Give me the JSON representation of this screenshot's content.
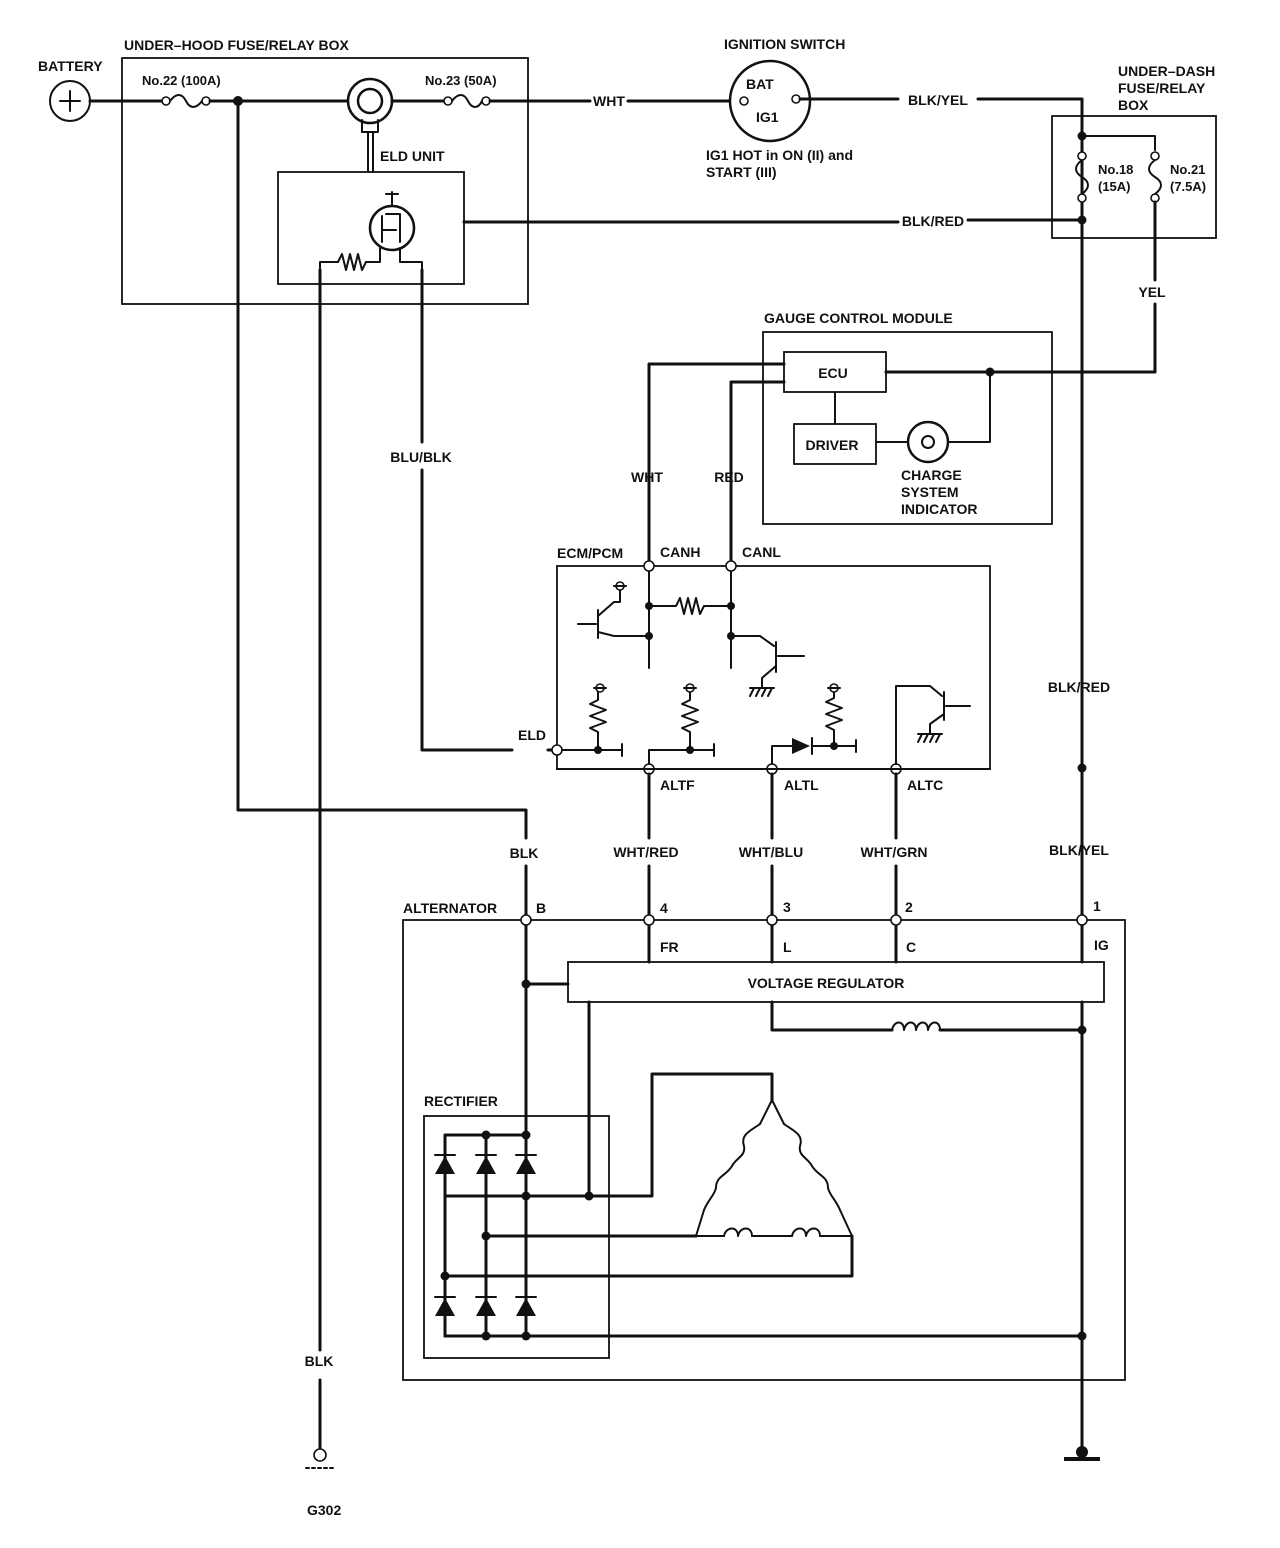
{
  "components": {
    "battery": "BATTERY",
    "under_hood_box": "UNDER–HOOD FUSE/RELAY BOX",
    "fuse_22": "No.22 (100A)",
    "fuse_23": "No.23 (50A)",
    "eld_unit": "ELD UNIT",
    "ignition_switch": "IGNITION SWITCH",
    "ign_bat": "BAT",
    "ign_ig1": "IG1",
    "ign_note_line1": "IG1 HOT in ON (II) and",
    "ign_note_line2": "START (III)",
    "under_dash_line1": "UNDER–DASH",
    "under_dash_line2": "FUSE/RELAY",
    "under_dash_line3": "BOX",
    "fuse_18": "No.18",
    "fuse_18_rating": "(15A)",
    "fuse_21": "No.21",
    "fuse_21_rating": "(7.5A)",
    "gauge_module": "GAUGE CONTROL MODULE",
    "ecu": "ECU",
    "driver": "DRIVER",
    "charge_line1": "CHARGE",
    "charge_line2": "SYSTEM",
    "charge_line3": "INDICATOR",
    "ecm_pcm": "ECM/PCM",
    "canh": "CANH",
    "canl": "CANL",
    "eld": "ELD",
    "altf": "ALTF",
    "altl": "ALTL",
    "altc": "ALTC",
    "alternator": "ALTERNATOR",
    "voltage_regulator": "VOLTAGE REGULATOR",
    "rectifier": "RECTIFIER",
    "ground": "G302"
  },
  "terminals": {
    "b": "B",
    "t4": "4",
    "t3": "3",
    "t2": "2",
    "t1": "1",
    "fr": "FR",
    "l": "L",
    "c": "C",
    "ig": "IG"
  },
  "wires": {
    "wht_top": "WHT",
    "blk_yel_top": "BLK/YEL",
    "blk_red_top": "BLK/RED",
    "yel": "YEL",
    "wht_can": "WHT",
    "red_can": "RED",
    "blu_blk": "BLU/BLK",
    "blk_red_right": "BLK/RED",
    "blk_yel_right": "BLK/YEL",
    "blk_b": "BLK",
    "wht_red": "WHT/RED",
    "wht_blu": "WHT/BLU",
    "wht_grn": "WHT/GRN",
    "blk_ground": "BLK"
  }
}
